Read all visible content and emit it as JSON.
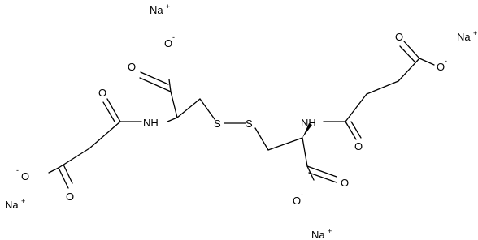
{
  "diagram": {
    "type": "chemical-structure",
    "ions": [
      {
        "label": "Na",
        "charge": "+"
      },
      {
        "label": "Na",
        "charge": "+"
      },
      {
        "label": "Na",
        "charge": "+"
      },
      {
        "label": "Na",
        "charge": "+"
      }
    ],
    "atoms": {
      "o_top_minus": "O",
      "o_top_minus_charge": "-",
      "o_top_carbonyl": "O",
      "o_amide_left": "O",
      "nh_left": "NH",
      "o_bottomleft_minus": "O",
      "o_bottomleft_minus_charge": "-",
      "o_bottomleft_carbonyl": "O",
      "s_left": "S",
      "s_right": "S",
      "nh_right": "NH",
      "o_amide_right": "O",
      "o_topright_carbonyl": "O",
      "o_topright_minus": "O",
      "o_topright_minus_charge": "-",
      "o_bottom_carbonyl": "O",
      "o_bottom_minus": "O",
      "o_bottom_minus_charge": "-"
    }
  }
}
